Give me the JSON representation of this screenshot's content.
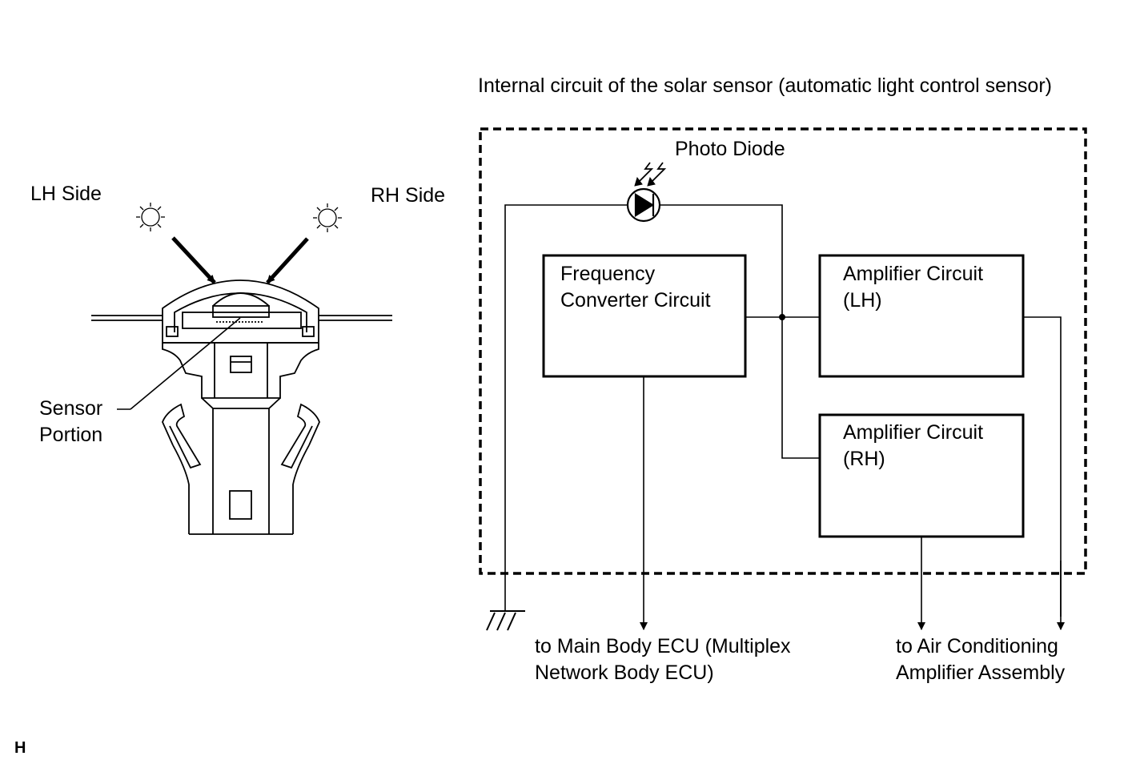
{
  "title": "Internal circuit of the solar sensor (automatic light control sensor)",
  "sensor": {
    "lh_side": "LH Side",
    "rh_side": "RH Side",
    "sensor_portion_line1": "Sensor",
    "sensor_portion_line2": "Portion"
  },
  "circuit": {
    "photo_diode": "Photo Diode",
    "freq_line1": "Frequency",
    "freq_line2": "Converter Circuit",
    "amp_lh_line1": "Amplifier Circuit",
    "amp_lh_line2": "(LH)",
    "amp_rh_line1": "Amplifier Circuit",
    "amp_rh_line2": "(RH)"
  },
  "outputs": {
    "ecu_line1": "to Main Body ECU (Multiplex",
    "ecu_line2": "Network Body ECU)",
    "ac_line1": "to Air Conditioning",
    "ac_line2": "Amplifier Assembly"
  },
  "figure_code": "H"
}
